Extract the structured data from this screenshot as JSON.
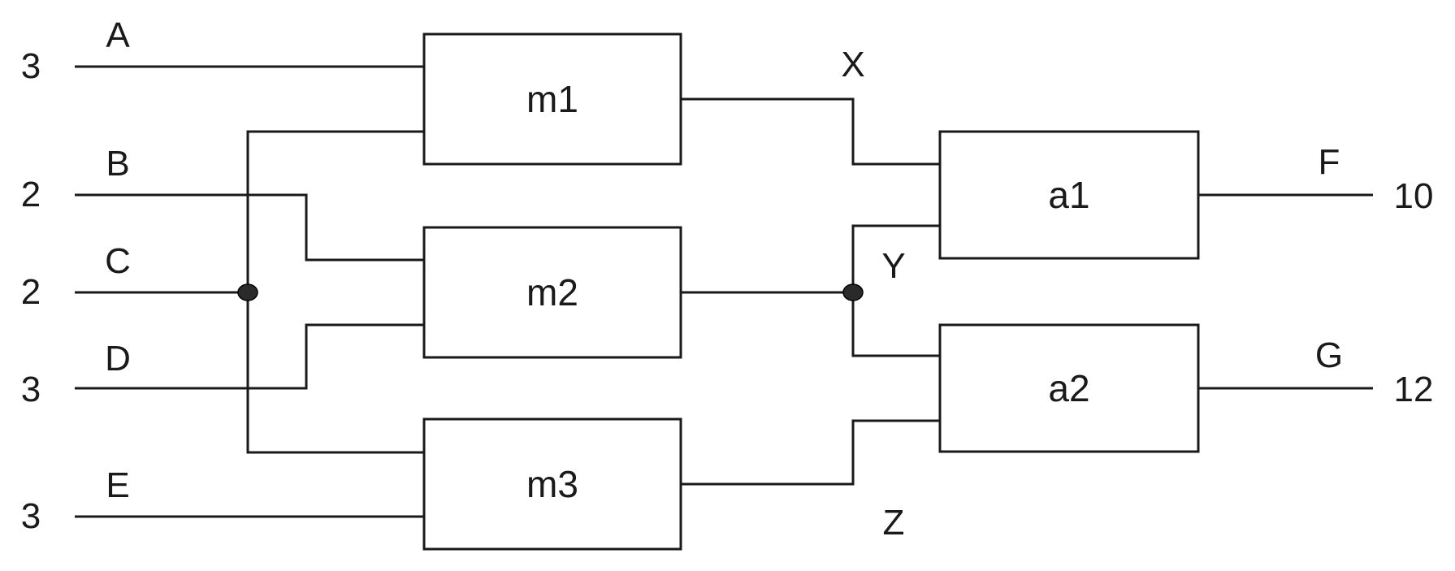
{
  "inputs": [
    {
      "name": "A",
      "value": "3"
    },
    {
      "name": "B",
      "value": "2"
    },
    {
      "name": "C",
      "value": "2"
    },
    {
      "name": "D",
      "value": "3"
    },
    {
      "name": "E",
      "value": "3"
    }
  ],
  "blocks": {
    "m1": "m1",
    "m2": "m2",
    "m3": "m3",
    "a1": "a1",
    "a2": "a2"
  },
  "signals": {
    "X": "X",
    "Y": "Y",
    "Z": "Z"
  },
  "outputs": [
    {
      "name": "F",
      "value": "10"
    },
    {
      "name": "G",
      "value": "12"
    }
  ],
  "colors": {
    "line": "#1a1a1a",
    "background": "#ffffff"
  }
}
